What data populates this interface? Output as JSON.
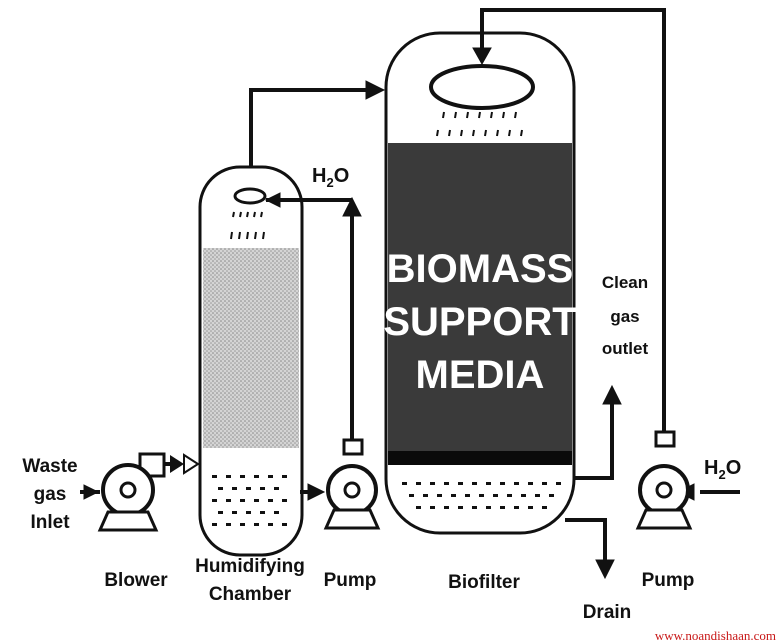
{
  "labels": {
    "waste_line1": "Waste",
    "waste_line2": "gas",
    "waste_line3": "Inlet",
    "blower": "Blower",
    "humid_line1": "Humidifying",
    "humid_line2": "Chamber",
    "pump_left": "Pump",
    "h2o_left": "H",
    "h2o_left_sub": "2",
    "h2o_left_end": "O",
    "biofilter": "Biofilter",
    "media_line1": "BIOMASS",
    "media_line2": "SUPPORT",
    "media_line3": "MEDIA",
    "clean_line1": "Clean",
    "clean_line2": "gas",
    "clean_line3": "outlet",
    "drain": "Drain",
    "pump_right": "Pump",
    "h2o_right": "H",
    "h2o_right_sub": "2",
    "h2o_right_end": "O"
  },
  "watermark": "www.noandishaan.com"
}
